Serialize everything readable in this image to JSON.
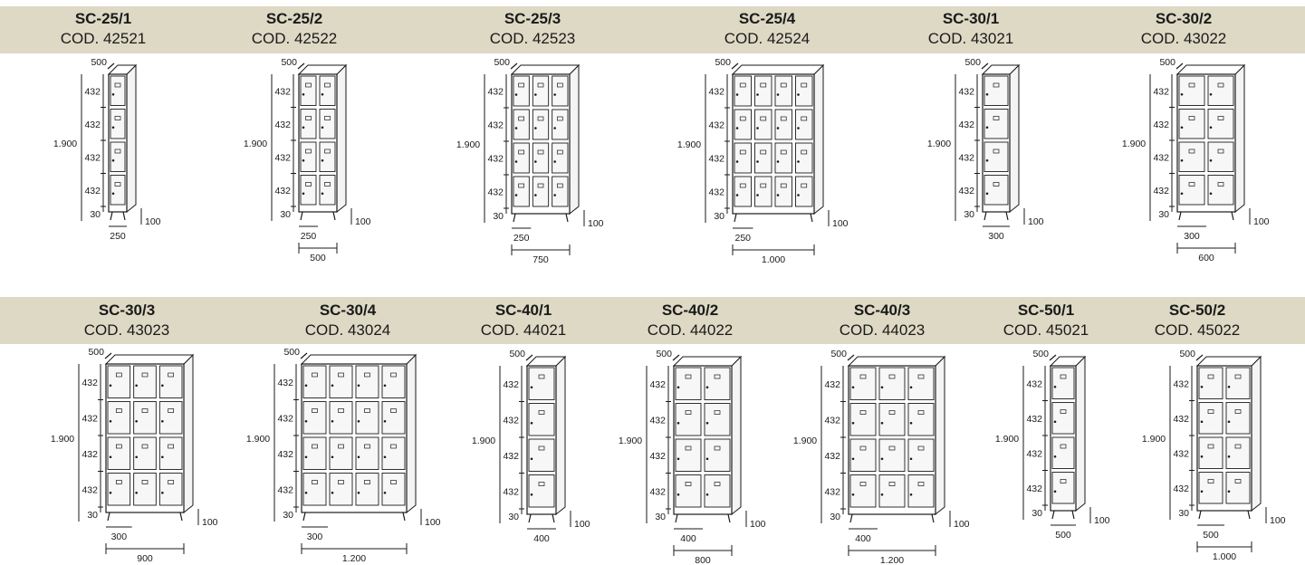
{
  "units": [
    {
      "model": "SC-25/1",
      "code": "COD. 42521",
      "cols": 1,
      "depth": "500",
      "heights": [
        "432",
        "432",
        "432",
        "432"
      ],
      "total_height": "1.900",
      "plinth": "30",
      "leg": "100",
      "module_width": "250",
      "total_width": ""
    },
    {
      "model": "SC-25/2",
      "code": "COD. 42522",
      "cols": 2,
      "depth": "500",
      "heights": [
        "432",
        "432",
        "432",
        "432"
      ],
      "total_height": "1.900",
      "plinth": "30",
      "leg": "100",
      "module_width": "250",
      "total_width": "500"
    },
    {
      "model": "SC-25/3",
      "code": "COD. 42523",
      "cols": 3,
      "depth": "500",
      "heights": [
        "432",
        "432",
        "432",
        "432"
      ],
      "total_height": "1.900",
      "plinth": "30",
      "leg": "100",
      "module_width": "250",
      "total_width": "750"
    },
    {
      "model": "SC-25/4",
      "code": "COD. 42524",
      "cols": 4,
      "depth": "500",
      "heights": [
        "432",
        "432",
        "432",
        "432"
      ],
      "total_height": "1.900",
      "plinth": "30",
      "leg": "100",
      "module_width": "250",
      "total_width": "1.000"
    },
    {
      "model": "SC-30/1",
      "code": "COD. 43021",
      "cols": 1,
      "depth": "500",
      "heights": [
        "432",
        "432",
        "432",
        "432"
      ],
      "total_height": "1.900",
      "plinth": "30",
      "leg": "100",
      "module_width": "300",
      "total_width": ""
    },
    {
      "model": "SC-30/2",
      "code": "COD. 43022",
      "cols": 2,
      "depth": "500",
      "heights": [
        "432",
        "432",
        "432",
        "432"
      ],
      "total_height": "1.900",
      "plinth": "30",
      "leg": "100",
      "module_width": "300",
      "total_width": "600"
    },
    {
      "model": "SC-30/3",
      "code": "COD. 43023",
      "cols": 3,
      "depth": "500",
      "heights": [
        "432",
        "432",
        "432",
        "432"
      ],
      "total_height": "1.900",
      "plinth": "30",
      "leg": "100",
      "module_width": "300",
      "total_width": "900"
    },
    {
      "model": "SC-30/4",
      "code": "COD. 43024",
      "cols": 4,
      "depth": "500",
      "heights": [
        "432",
        "432",
        "432",
        "432"
      ],
      "total_height": "1.900",
      "plinth": "30",
      "leg": "100",
      "module_width": "300",
      "total_width": "1.200"
    },
    {
      "model": "SC-40/1",
      "code": "COD. 44021",
      "cols": 1,
      "depth": "500",
      "heights": [
        "432",
        "432",
        "432",
        "432"
      ],
      "total_height": "1.900",
      "plinth": "30",
      "leg": "100",
      "module_width": "400",
      "total_width": ""
    },
    {
      "model": "SC-40/2",
      "code": "COD. 44022",
      "cols": 2,
      "depth": "500",
      "heights": [
        "432",
        "432",
        "432",
        "432"
      ],
      "total_height": "1.900",
      "plinth": "30",
      "leg": "100",
      "module_width": "400",
      "total_width": "800"
    },
    {
      "model": "SC-40/3",
      "code": "COD. 44023",
      "cols": 3,
      "depth": "500",
      "heights": [
        "432",
        "432",
        "432",
        "432"
      ],
      "total_height": "1.900",
      "plinth": "30",
      "leg": "100",
      "module_width": "400",
      "total_width": "1.200"
    },
    {
      "model": "SC-50/1",
      "code": "COD. 45021",
      "cols": 1,
      "depth": "500",
      "heights": [
        "432",
        "432",
        "432",
        "432"
      ],
      "total_height": "1.900",
      "plinth": "30",
      "leg": "100",
      "module_width": "500",
      "total_width": ""
    },
    {
      "model": "SC-50/2",
      "code": "COD. 45022",
      "cols": 2,
      "depth": "500",
      "heights": [
        "432",
        "432",
        "432",
        "432"
      ],
      "total_height": "1.900",
      "plinth": "30",
      "leg": "100",
      "module_width": "500",
      "total_width": "1.000"
    }
  ],
  "colors": {
    "header_band": "#ddd9c4",
    "line": "#1a1a1a",
    "panel": "#f4f4f4"
  }
}
